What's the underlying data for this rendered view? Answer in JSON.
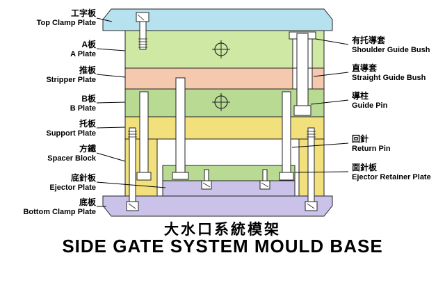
{
  "title": {
    "zh": "大水口系統模架",
    "en": "SIDE GATE SYSTEM MOULD BASE"
  },
  "left_labels": [
    {
      "zh": "工字板",
      "en": "Top Clamp Plate"
    },
    {
      "zh": "A板",
      "en": "A Plate"
    },
    {
      "zh": "推板",
      "en": "Stripper Plate"
    },
    {
      "zh": "B板",
      "en": "B Plate"
    },
    {
      "zh": "托板",
      "en": "Support Plate"
    },
    {
      "zh": "方鐵",
      "en": "Spacer Block"
    },
    {
      "zh": "底針板",
      "en": "Ejector Plate"
    },
    {
      "zh": "底板",
      "en": "Bottom Clamp Plate"
    }
  ],
  "right_labels": [
    {
      "zh": "有托導套",
      "en": "Shoulder Guide Bush"
    },
    {
      "zh": "直導套",
      "en": "Straight Guide Bush"
    },
    {
      "zh": "導柱",
      "en": "Guide Pin"
    },
    {
      "zh": "回針",
      "en": "Return Pin"
    },
    {
      "zh": "面針板",
      "en": "Ejector Retainer Plate"
    }
  ],
  "colors": {
    "top_clamp_plate": "#b5e2ee",
    "a_plate": "#cfe8a3",
    "stripper_plate": "#f5c9ae",
    "b_plate": "#b8da93",
    "support_plate": "#f2e07d",
    "spacer_block": "#f2e07d",
    "ejector_retainer_plate": "#b8da93",
    "ejector_plate": "#cac2e8",
    "bottom_clamp_plate": "#cac2e8"
  }
}
